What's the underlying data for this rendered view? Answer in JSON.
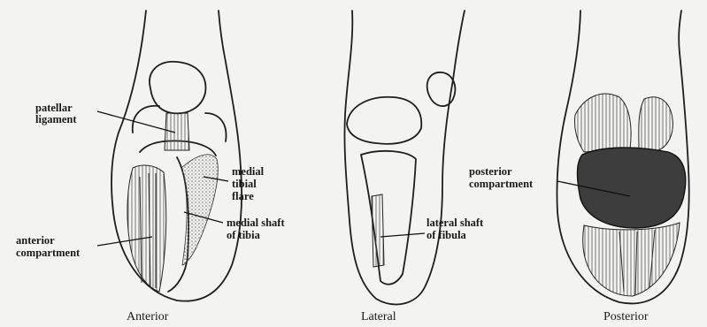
{
  "panels": [
    {
      "caption": "Anterior",
      "labels": {
        "patellar_ligament": [
          "patellar",
          "ligament"
        ],
        "medial_tibial_flare": [
          "medial",
          "tibial",
          "flare"
        ],
        "anterior_compartment": [
          "anterior",
          "compartment"
        ],
        "medial_shaft_of_tibia": [
          "medial shaft",
          "of tibia"
        ]
      }
    },
    {
      "caption": "Lateral",
      "labels": {
        "lateral_shaft_of_fibula": [
          "lateral shaft",
          "of fibula"
        ]
      }
    },
    {
      "caption": "Posterior",
      "labels": {
        "posterior_compartment": [
          "posterior",
          "compartment"
        ]
      }
    }
  ],
  "colors": {
    "ink": "#1e1e1e",
    "background": "#f3f3f1",
    "shading": "#8a8a8a",
    "dark_mass": "#3d3d3d"
  }
}
